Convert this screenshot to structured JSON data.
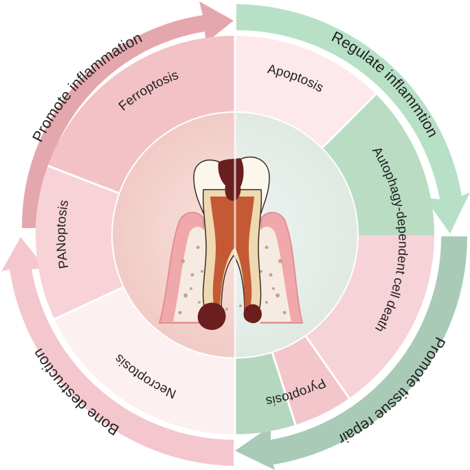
{
  "outer_ring": {
    "top_left": "Promote inflammation",
    "top_right": "Regulate inflammtion",
    "bottom_right": "Promote tissue repair",
    "bottom_left": "Bone destruction"
  },
  "death_types": {
    "ferroptosis": "Ferroptosis",
    "apoptosis": "Apoptosis",
    "autophagy": "Autophagy-dependent cell death",
    "pyroptosis": "Pyroptosis",
    "necroptosis": "Necroptosis",
    "panoptosis": "PANoptosis"
  },
  "center": {
    "icon": "tooth-root-icon"
  },
  "colors": {
    "inflammation": "#e6a7ad",
    "regulate": "#b6dfc5",
    "repair": "#a8c9b6",
    "bone": "#f3c6cc",
    "ferroptosis": "#f2c2c7",
    "apoptosis": "#fde9ec",
    "autophagy": "#b8dcc2",
    "pyroptosis": "#f2c6cb",
    "necroptosis": "#fdf0f1",
    "panoptosis": "#f7d2d7"
  }
}
